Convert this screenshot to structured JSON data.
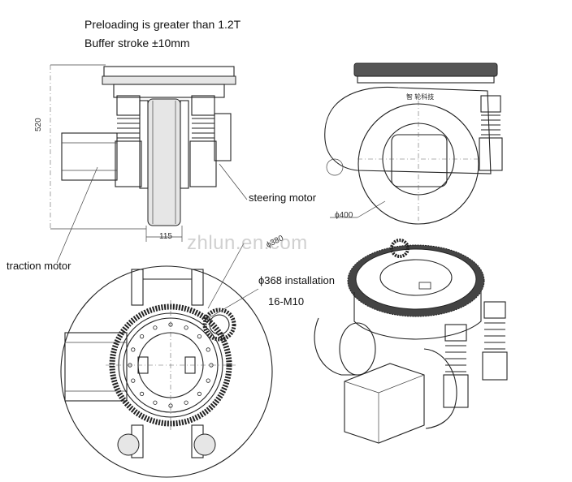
{
  "spec_lines": [
    "Preloading is greater than 1.2T",
    "Buffer stroke ±10mm"
  ],
  "dimensions": {
    "height": "520",
    "width": "115",
    "diameter_outer": "ϕ400",
    "diameter_ring": "ϕ380"
  },
  "callouts": {
    "steering_motor": "steering motor",
    "traction_motor": "traction motor",
    "installation": "ϕ368 installation",
    "bolts": "16-M10"
  },
  "watermark": "zhlun.en.com",
  "nameplate": "智 轮科技",
  "icons": [
    "gear-ring",
    "spring-shock",
    "wheel",
    "motor-housing",
    "bolt-hole",
    "pinion-gear"
  ]
}
